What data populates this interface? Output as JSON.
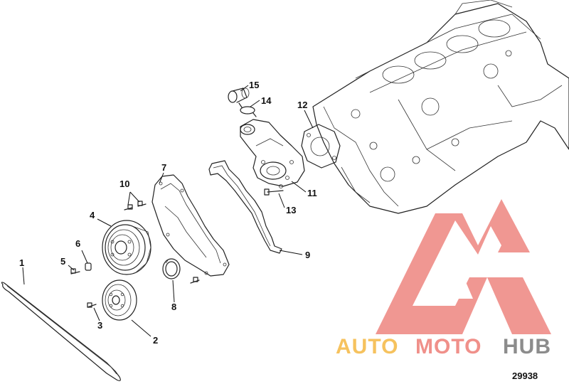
{
  "figure_id": "29938",
  "callouts": [
    {
      "num": "1",
      "part": "drive-belt"
    },
    {
      "num": "2",
      "part": "crankshaft-pulley"
    },
    {
      "num": "3",
      "part": "pulley-bolt-lower"
    },
    {
      "num": "4",
      "part": "water-pump-pulley"
    },
    {
      "num": "5",
      "part": "pulley-bolt"
    },
    {
      "num": "6",
      "part": "spacer"
    },
    {
      "num": "7",
      "part": "timing-cover"
    },
    {
      "num": "8",
      "part": "crankshaft-seal"
    },
    {
      "num": "9",
      "part": "timing-cover-gasket"
    },
    {
      "num": "10",
      "part": "cover-bolts"
    },
    {
      "num": "11",
      "part": "water-pump"
    },
    {
      "num": "12",
      "part": "water-pump-gasket"
    },
    {
      "num": "13",
      "part": "water-pump-bolt"
    },
    {
      "num": "14",
      "part": "hose-clamp"
    },
    {
      "num": "15",
      "part": "hose"
    }
  ],
  "watermark": {
    "auto": "AUTO",
    "moto": "MOTO",
    "hub": "HUB",
    "colors": {
      "auto": "#f6c25e",
      "moto": "#f0908a",
      "hub": "#8c8c8c",
      "logo": "#ee8580"
    }
  }
}
